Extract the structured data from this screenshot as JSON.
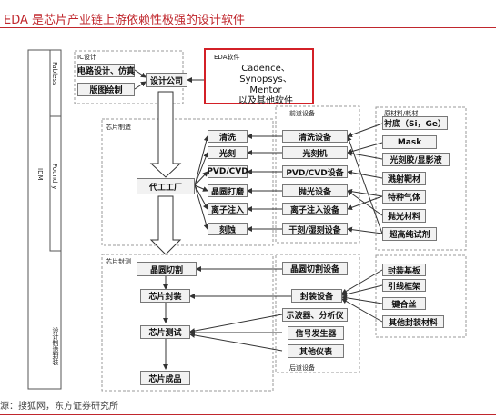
{
  "title": "EDA 是芯片产业链上游依赖性极强的设计软件",
  "source": "源：搜狐网，东方证券研究所",
  "colors": {
    "accent": "#c0272d",
    "box_fill": "#f2f2f2",
    "eda_border": "#d32027"
  },
  "side_labels": {
    "idm": "IDM",
    "fabless": "Fabless",
    "foundry": "Foundry",
    "bottom": "设计制造封装"
  },
  "ic_design": {
    "group_label": "IC设计",
    "circuit": "电路设计、仿真",
    "layout": "版图绘制",
    "company": "设计公司"
  },
  "eda_software": {
    "group_label": "EDA软件",
    "line1": "Cadence、",
    "line2": "Synopsys、Mentor",
    "line3": "以及其他软件"
  },
  "chip_manufacturing": {
    "group_label": "芯片制造",
    "foundry": "代工工厂",
    "steps": [
      "清洗",
      "光刻",
      "PVD/CVD",
      "晶圆打磨",
      "离子注入",
      "刻蚀"
    ]
  },
  "front_equipment": {
    "group_label": "前道设备",
    "items": [
      "清洗设备",
      "光刻机",
      "PVD/CVD设备",
      "抛光设备",
      "离子注入设备",
      "干刻/湿刻设备"
    ]
  },
  "materials": {
    "group_label": "原材料/耗材",
    "items": [
      "衬底（Si，Ge）",
      "Mask",
      "光刻胶/显影液",
      "溅射靶材",
      "特种气体",
      "抛光材料",
      "超高纯试剂"
    ]
  },
  "chip_packaging": {
    "group_label": "芯片封测",
    "steps": [
      "晶圆切割",
      "芯片封装",
      "芯片测试",
      "芯片成品"
    ]
  },
  "back_equipment": {
    "group_label": "后道设备",
    "items": [
      "晶圆切割设备",
      "封装设备",
      "示波器、分析仪",
      "信号发生器",
      "其他仪表"
    ]
  },
  "packaging_materials": {
    "items": [
      "封装基板",
      "引线框架",
      "键合丝",
      "其他封装材料"
    ]
  }
}
